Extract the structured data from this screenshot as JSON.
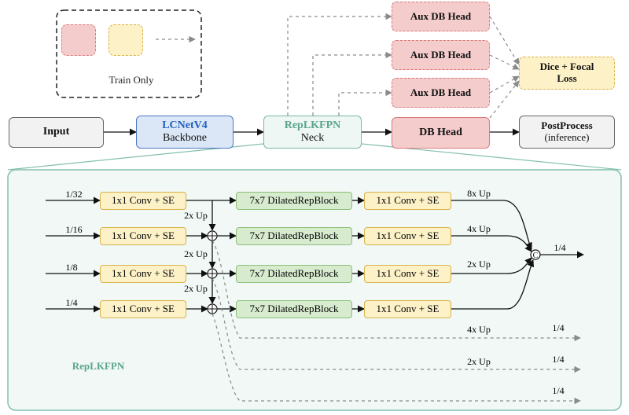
{
  "legend": {
    "label": "Train Only"
  },
  "pipeline": {
    "input": "Input",
    "backbone": {
      "title": "LCNetV4",
      "subtitle": "Backbone"
    },
    "neck": {
      "title": "RepLKFPN",
      "subtitle": "Neck"
    },
    "db_head": "DB Head",
    "aux_heads": [
      "Aux DB Head",
      "Aux DB Head",
      "Aux DB Head"
    ],
    "loss": {
      "line1": "Dice + Focal",
      "line2": "Loss"
    },
    "postprocess": {
      "title": "PostProcess",
      "subtitle": "(inference)"
    }
  },
  "fpn": {
    "section_label": "RepLKFPN",
    "rows": [
      {
        "scale": "1/32",
        "conv_in": "1x1 Conv + SE",
        "block": "7x7 DilatedRepBlock",
        "conv_out": "1x1 Conv + SE",
        "up": "8x Up"
      },
      {
        "scale": "1/16",
        "conv_in": "1x1 Conv + SE",
        "block": "7x7 DilatedRepBlock",
        "conv_out": "1x1 Conv + SE",
        "up": "4x Up"
      },
      {
        "scale": "1/8",
        "conv_in": "1x1 Conv + SE",
        "block": "7x7 DilatedRepBlock",
        "conv_out": "1x1 Conv + SE",
        "up": "2x Up"
      },
      {
        "scale": "1/4",
        "conv_in": "1x1 Conv + SE",
        "block": "7x7 DilatedRepBlock",
        "conv_out": "1x1 Conv + SE",
        "up": ""
      }
    ],
    "lateral_up_labels": [
      "2x Up",
      "2x Up",
      "2x Up"
    ],
    "concat_output": "1/4",
    "concat_symbol": "C",
    "add_symbol": "+",
    "aux_outputs": [
      {
        "up": "4x Up",
        "scale": "1/4"
      },
      {
        "up": "2x Up",
        "scale": "1/4"
      },
      {
        "up": "",
        "scale": "1/4"
      }
    ]
  },
  "colors": {
    "gray_fill": "#f2f2f2",
    "gray_stroke": "#666666",
    "blue_fill": "#dbe6f7",
    "blue_stroke": "#4a78c2",
    "blue_text": "#1f5fbf",
    "teal_fill": "#eef7f4",
    "teal_stroke": "#79b8a6",
    "teal_text": "#5aa58c",
    "red_fill": "#f5cccc",
    "red_stroke": "#d77a7a",
    "yellow_fill": "#fdf1c7",
    "yellow_stroke": "#d9b24a",
    "green_fill": "#d7ebcf",
    "green_stroke": "#8fbf7a",
    "panel_fill": "#f1f8f6",
    "panel_stroke": "#84bfae",
    "dash": "#8a8a8a"
  }
}
